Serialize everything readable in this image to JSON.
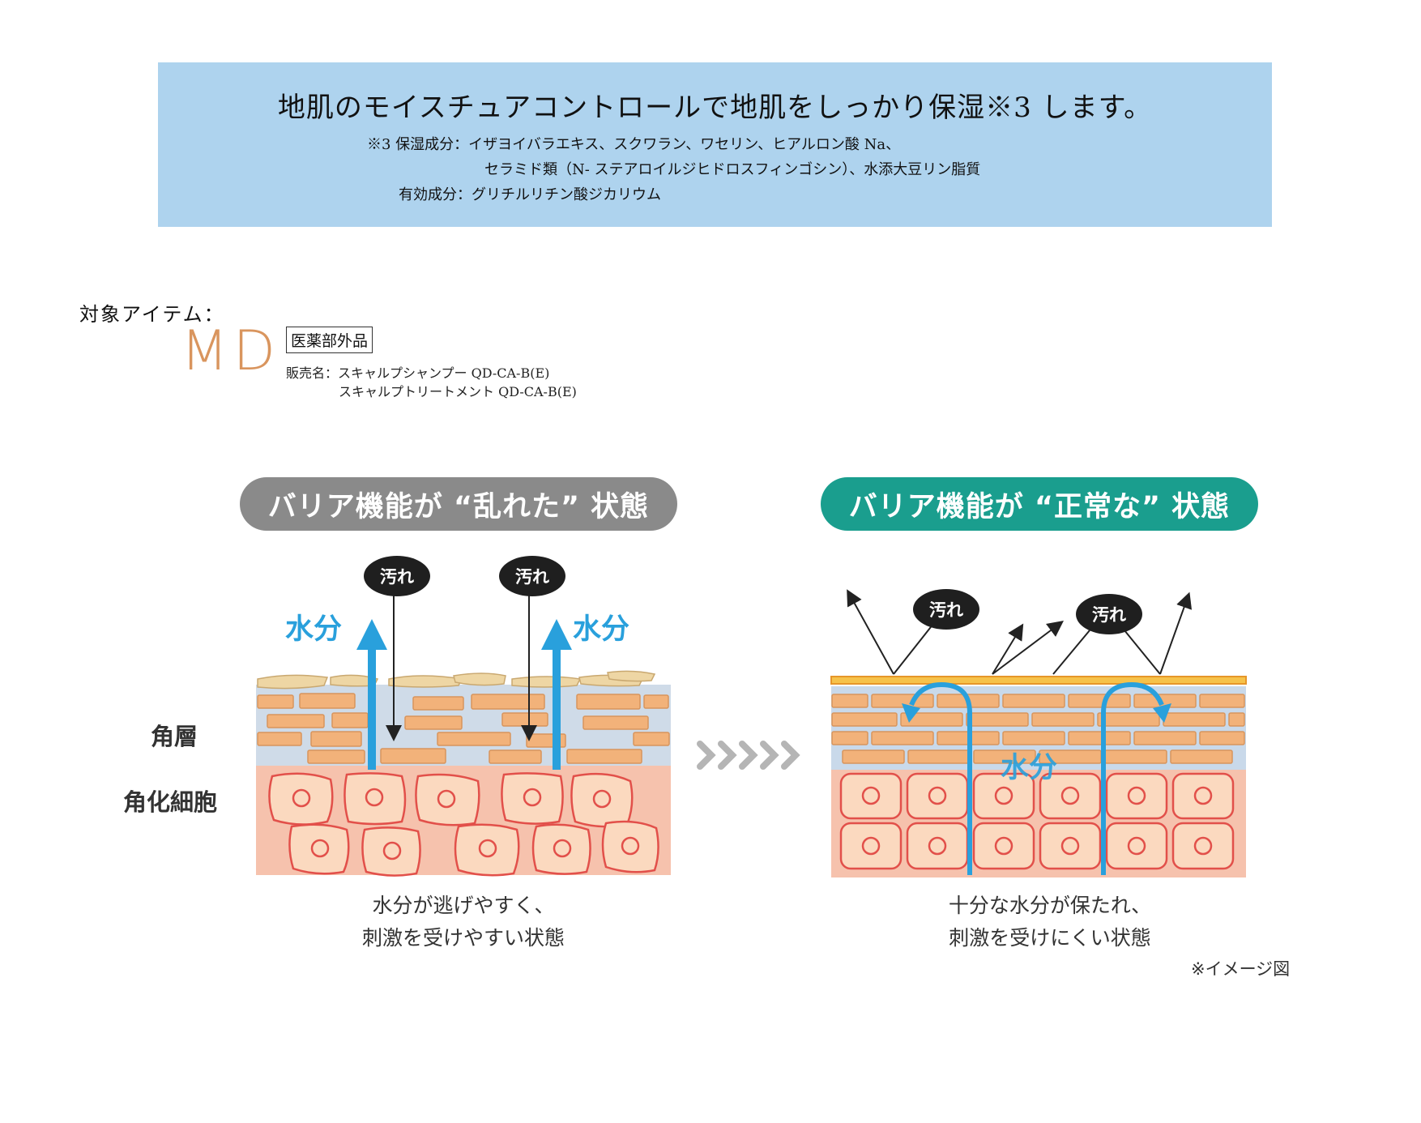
{
  "banner": {
    "title": "地肌のモイスチュアコントロールで地肌をしっかり保湿※3 します。",
    "note_line1": "※3 保湿成分：イザヨイバラエキス、スクワラン、ワセリン、ヒアルロン酸 Na、",
    "note_line2": "セラミド類（N- ステアロイルジヒドロスフィンゴシン）、水添大豆リン脂質",
    "note_line3": "有効成分：グリチルリチン酸ジカリウム"
  },
  "target": {
    "label": "対象アイテム：",
    "logo": "MD",
    "badge": "医薬部外品",
    "sale_name_line1": "販売名：スキャルプシャンプー QD-CA-B(E)",
    "sale_name_line2": "スキャルプトリートメント QD-CA-B(E)"
  },
  "diagram": {
    "bad": {
      "title": "バリア機能が “乱れた” 状態",
      "dirt_label": "汚れ",
      "moisture_label": "水分",
      "caption_line1": "水分が逃げやすく、",
      "caption_line2": "刺激を受けやすい状態"
    },
    "good": {
      "title": "バリア機能が “正常な” 状態",
      "dirt_label": "汚れ",
      "moisture_label": "水分",
      "caption_line1": "十分な水分が保たれ、",
      "caption_line2": "刺激を受けにくい状態"
    },
    "layer_stratum": "角層",
    "layer_cells": "角化細胞",
    "image_note": "※イメージ図",
    "colors": {
      "banner": "#aed3ee",
      "bad_pill": "#8a8a8a",
      "good_pill": "#1a9e8e",
      "water": "#29a0dc",
      "brick": "#f2b27a",
      "cell_fill": "#fbd9bf",
      "cell_border": "#e2504a",
      "skin_bg": "#f6c2ad",
      "stratum_bg": "#c9d9ea"
    }
  }
}
